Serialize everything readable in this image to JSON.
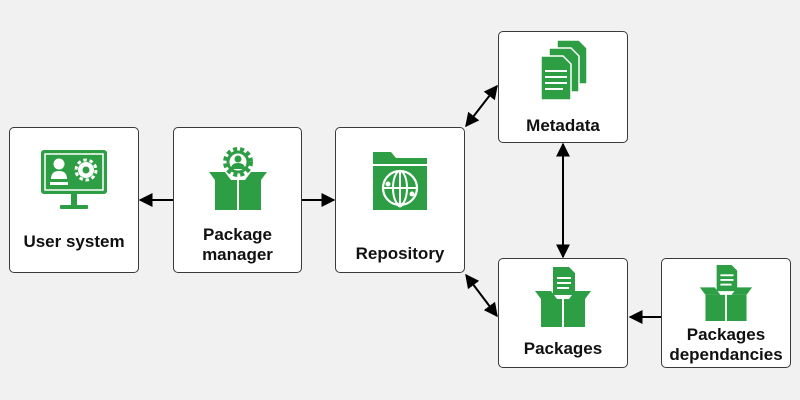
{
  "colors": {
    "accent": "#2e9e45",
    "background": "#f1f1f1",
    "box_border": "#3a3a3a",
    "arrow": "#000000"
  },
  "nodes": {
    "user_system": {
      "label": "User system",
      "icon": "monitor-user-gear-icon"
    },
    "package_manager": {
      "label_line1": "Package",
      "label_line2": "manager",
      "icon": "box-gear-user-icon"
    },
    "repository": {
      "label": "Repository",
      "icon": "folder-globe-icon"
    },
    "metadata": {
      "label": "Metadata",
      "icon": "documents-stack-icon"
    },
    "packages": {
      "label": "Packages",
      "icon": "box-document-icon"
    },
    "packages_dependancies": {
      "label_line1": "Packages",
      "label_line2": "dependancies",
      "icon": "box-document-icon"
    }
  }
}
